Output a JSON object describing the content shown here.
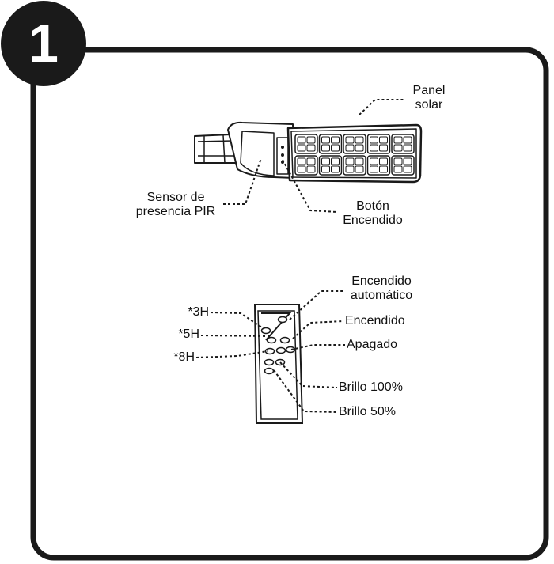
{
  "step": {
    "number": "1"
  },
  "colors": {
    "ink": "#1a1a1a",
    "background": "#ffffff"
  },
  "lamp": {
    "labels": {
      "solar_panel": "Panel\nsolar",
      "pir_sensor": "Sensor de\npresencia PIR",
      "power_button": "Botón\nEncendido"
    }
  },
  "remote": {
    "labels": {
      "auto_on": "Encendido\nautomático",
      "on": "Encendido",
      "off": "Apagado",
      "brightness_100": "Brillo 100%",
      "brightness_50": "Brillo 50%",
      "timer_3h": "*3H",
      "timer_5h": "*5H",
      "timer_8h": "*8H"
    }
  }
}
